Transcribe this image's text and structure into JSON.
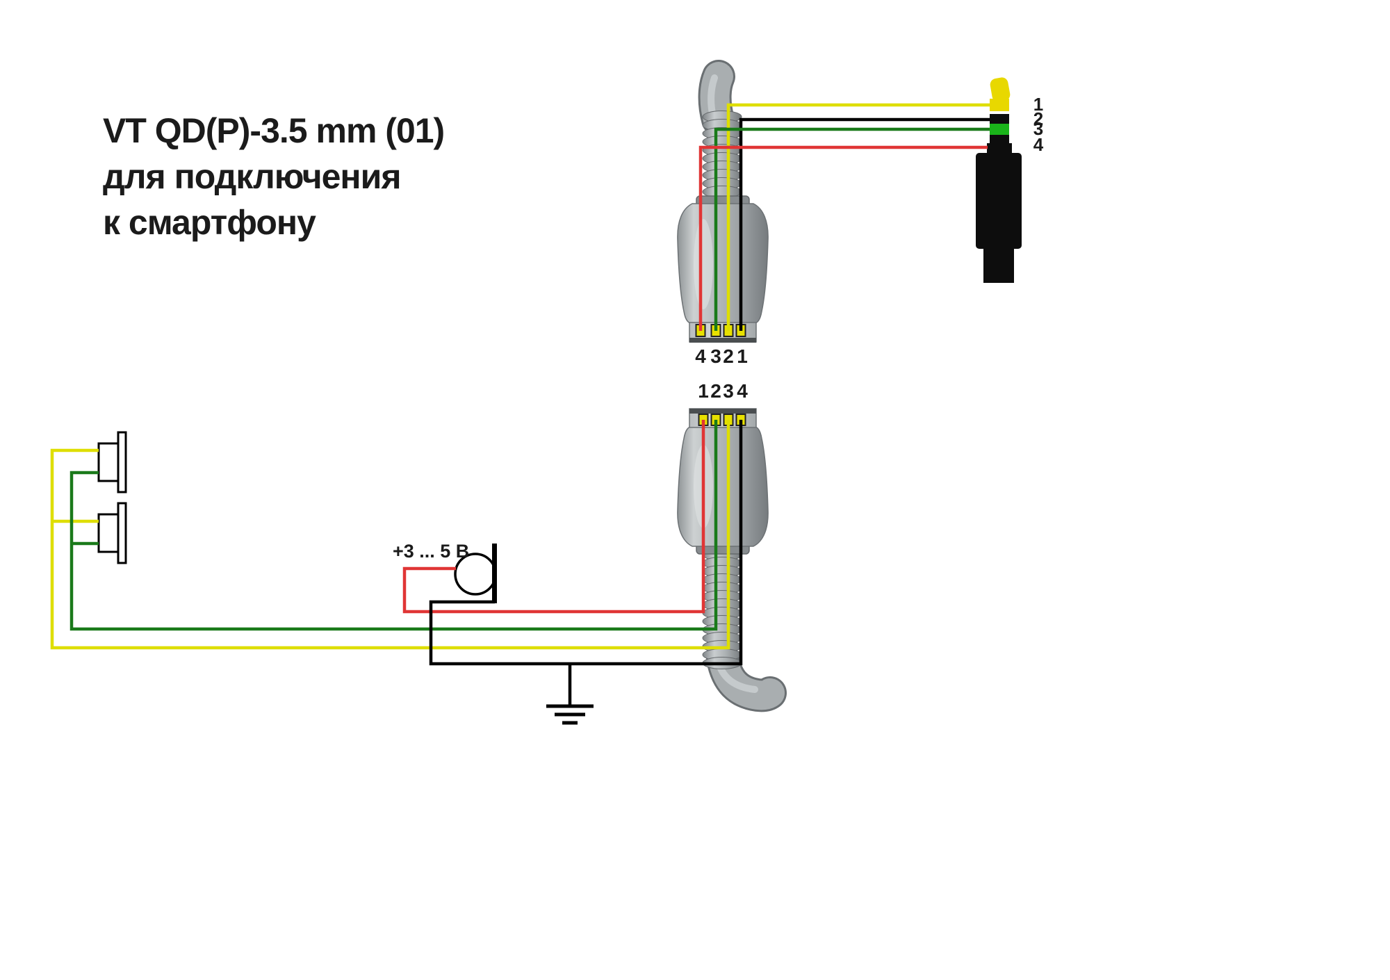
{
  "title": {
    "line1": "VT QD(P)-3.5 mm (01)",
    "line2": "для подключения",
    "line3": "к смартфону"
  },
  "top_connector": {
    "name": "QD connector to smartphone side",
    "pin_labels": [
      "4",
      "3",
      "2",
      "1"
    ]
  },
  "bottom_connector": {
    "name": "QD connector headset side",
    "pin_labels": [
      "1",
      "2",
      "3",
      "4"
    ]
  },
  "jack": {
    "name": "3.5 mm TRRS plug",
    "pin_numbers": [
      "1",
      "2",
      "3",
      "4"
    ]
  },
  "microphone": {
    "voltage_label": "+3 ... 5 В"
  },
  "colors": {
    "wire_yellow": "#dede00",
    "wire_green": "#1a7a1a",
    "wire_red": "#e03535",
    "wire_black": "#000000",
    "jack_body": "#0d0d0d",
    "jack_tip": "#e8d800",
    "jack_ring_green": "#1ab41a",
    "contact_yellow": "#e8e100"
  }
}
